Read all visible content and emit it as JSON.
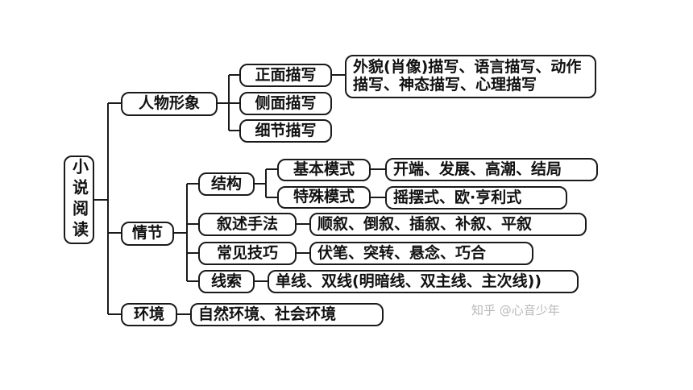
{
  "root": "小说阅读",
  "branches": {
    "character": {
      "label": "人物形象",
      "front": "正面描写",
      "front_detail": "外貌(肖像)描写、语言描写、动作描写、神态描写、心理描写",
      "side": "侧面描写",
      "detail": "细节描写"
    },
    "plot": {
      "label": "情节",
      "structure": "结构",
      "basic_mode": "基本模式",
      "basic_mode_detail": "开端、发展、高潮、结局",
      "special_mode": "特殊模式",
      "special_mode_detail": "摇摆式、欧·亨利式",
      "narration": "叙述手法",
      "narration_detail": "顺叙、倒叙、插叙、补叙、平叙",
      "techniques": "常见技巧",
      "techniques_detail": "伏笔、突转、悬念、巧合",
      "clue": "线索",
      "clue_detail": "单线、双线(明暗线、双主线、主次线))"
    },
    "environment": {
      "label": "环境",
      "detail": "自然环境、社会环境"
    }
  },
  "watermark": "知乎 @心音少年"
}
